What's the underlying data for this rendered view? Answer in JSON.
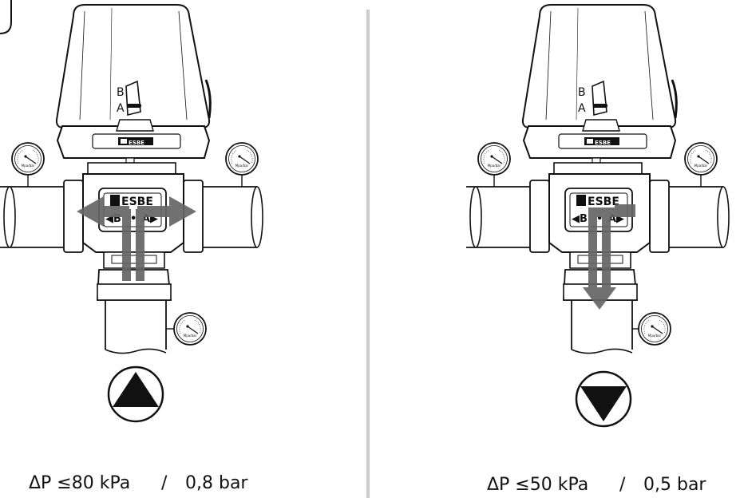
{
  "left": {
    "position_b": "B",
    "position_a": "A",
    "brand": "ESBE",
    "port_b": "◀B",
    "port_dot": "•",
    "port_a": "A▶",
    "caption_dp": "ΔP ≤80 kPa",
    "caption_sep": "/",
    "caption_bar": "0,8 bar"
  },
  "right": {
    "position_b": "B",
    "position_a": "A",
    "brand": "ESBE",
    "port_b": "◀B",
    "port_dot": "•",
    "port_a": "A▶",
    "caption_dp": "ΔP ≤50 kPa",
    "caption_sep": "/",
    "caption_bar": "0,5 bar"
  },
  "gauge_text": "Mpa/bar",
  "colors": {
    "stroke": "#111111",
    "arrow": "#666666",
    "divider": "#cccccc"
  }
}
